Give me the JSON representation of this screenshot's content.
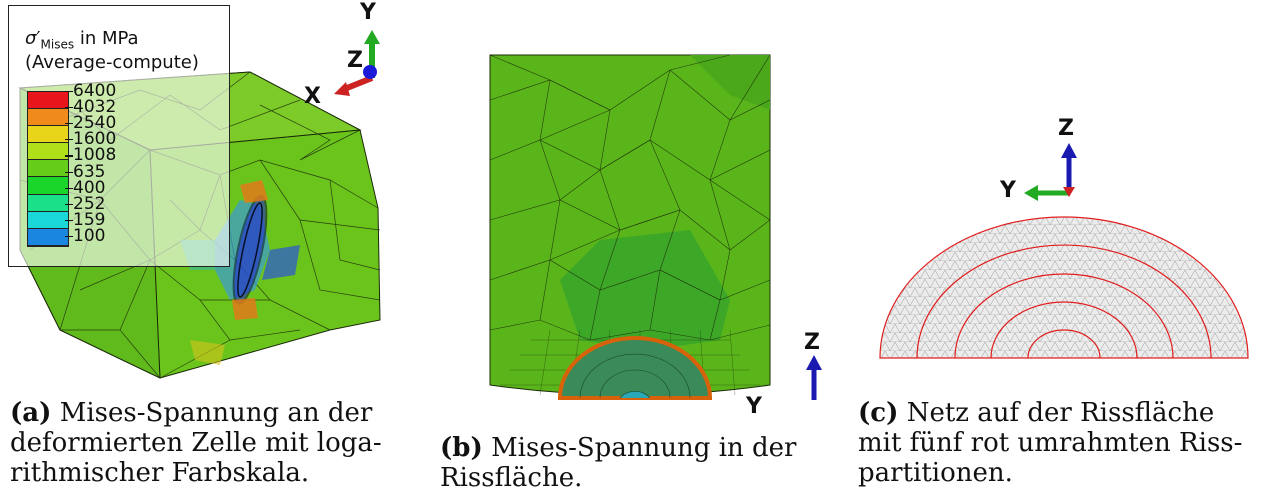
{
  "panel_a": {
    "legend": {
      "title_sigma": "σ",
      "title_prime": "′",
      "title_sub": "Mises",
      "title_unit": " in MPa",
      "subtitle": "(Average-compute)",
      "values": [
        "6400",
        "4032",
        "2540",
        "1600",
        "1008",
        "635",
        "400",
        "252",
        "159",
        "100"
      ],
      "colors": [
        "#e8161a",
        "#f08a1a",
        "#e8d51a",
        "#b0e01a",
        "#66cc1a",
        "#1ad62a",
        "#1ae08a",
        "#1ad8d8",
        "#1a86e0",
        "#1a1ad8"
      ]
    },
    "axes": {
      "y": "Y",
      "z": "Z",
      "x": "X"
    },
    "caption_tag": "(a)",
    "caption_text": "Mises-Spannung an der deformierten Zelle mit logarithmischer Farbskala.",
    "caption_lines": [
      "Mises-Spannung an der",
      "deformierten Zelle mit loga-",
      "rithmischer Farbskala."
    ]
  },
  "panel_b": {
    "axes": {
      "z": "Z",
      "y": "Y"
    },
    "caption_tag": "(b)",
    "caption_lines": [
      "Mises-Spannung in der",
      "Rissfläche."
    ]
  },
  "panel_c": {
    "axes": {
      "z": "Z",
      "y": "Y"
    },
    "caption_tag": "(c)",
    "caption_lines": [
      "Netz auf der Rissfläche",
      "mit fünf rot umrahmten Riss-",
      "partitionen."
    ]
  }
}
